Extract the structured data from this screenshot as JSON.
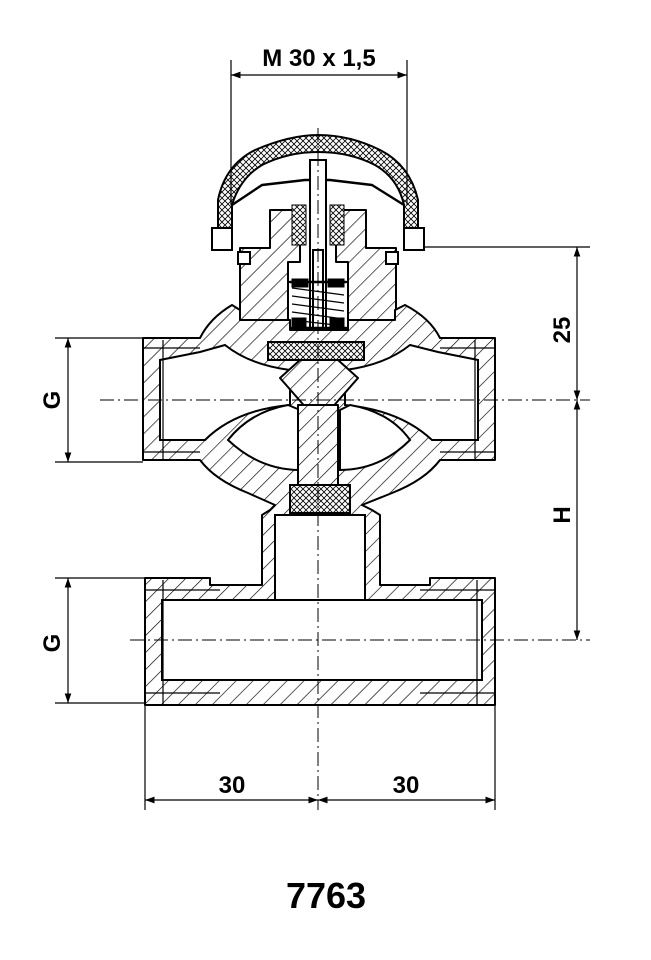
{
  "dimensions": {
    "thread": "M 30 x 1,5",
    "g_upper": "G",
    "g_lower": "G",
    "height_25": "25",
    "height_h": "H",
    "width_left": "30",
    "width_right": "30"
  },
  "part_number": "7763"
}
